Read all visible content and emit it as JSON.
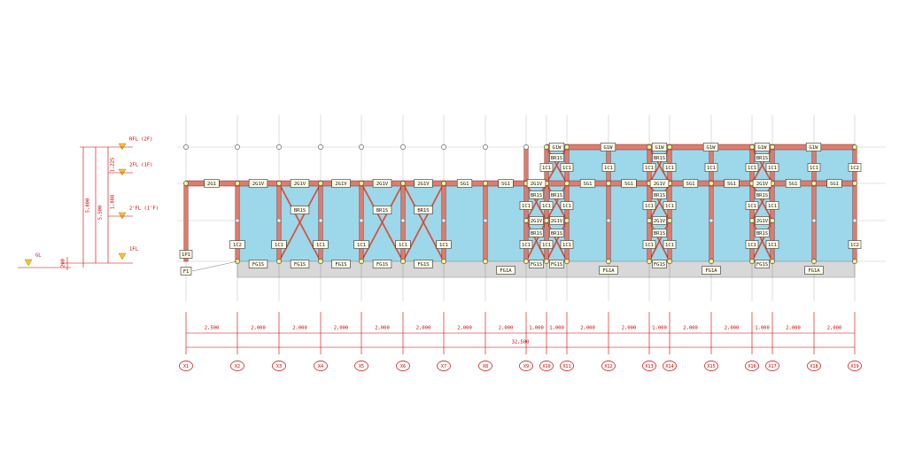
{
  "colors": {
    "panel": "#9dd8ea",
    "beam": "#e07c6c",
    "dim": "#cc0000",
    "member_dark": "#7a2a2a",
    "grid": "#c8c8c8",
    "level_tri": "#f3c23a",
    "node": "#f7ef93",
    "foundation": "#d8d8d8"
  },
  "levels": [
    {
      "key": "2f",
      "label": "RFL (2F)"
    },
    {
      "key": "1f",
      "label": "2FL (1F)"
    },
    {
      "key": "mid",
      "label": "2'FL (1'F)"
    },
    {
      "key": "fl1",
      "label": "1FL"
    },
    {
      "key": "gl",
      "label": "GL"
    }
  ],
  "vertical_dims": [
    "1,225",
    "1,888",
    "5,500",
    "5,800",
    "200"
  ],
  "axes": [
    "X1",
    "X2",
    "X3",
    "X4",
    "X5",
    "X6",
    "X7",
    "X8",
    "X9",
    "X10",
    "X11",
    "X12",
    "X13",
    "X14",
    "X15",
    "X16",
    "X17",
    "X18",
    "X19"
  ],
  "spans": [
    "2,500",
    "2,000",
    "2,000",
    "2,000",
    "2,000",
    "2,000",
    "2,000",
    "2,000",
    "1,000",
    "1,000",
    "2,000",
    "2,000",
    "1,000",
    "2,000",
    "2,000",
    "1,000",
    "2,000",
    "2,000"
  ],
  "total_span": "32,500",
  "member_labels": {
    "upper_beam": "G1W",
    "eave_beam": "2G1",
    "mid_beam": "2G1V",
    "sub_beam": "SG1",
    "column": "1C1",
    "end_column": "1C2",
    "brace": "BR1S",
    "foundation_short": "FG1S",
    "foundation_long": "FG1A",
    "post": "1P1",
    "footing": "F1"
  }
}
